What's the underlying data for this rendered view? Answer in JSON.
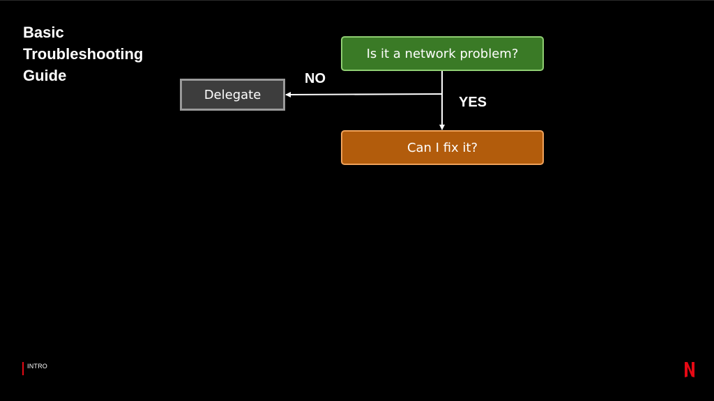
{
  "title": {
    "lines": [
      "Basic",
      "Troubleshooting",
      "Guide"
    ]
  },
  "diagram": {
    "nodes": {
      "network": {
        "label": "Is it a network problem?",
        "fill": "#3a7a26",
        "border": "#8fce72"
      },
      "fix": {
        "label": "Can I fix it?",
        "fill": "#b25c0c",
        "border": "#f0a25a"
      },
      "delegate": {
        "label": "Delegate",
        "fill": "#3d3d3d",
        "border": "#9a9a9a"
      }
    },
    "edges": {
      "no_label": "NO",
      "yes_label": "YES"
    }
  },
  "footer": {
    "section": "INTRO",
    "accent": "#e50914"
  },
  "logo": {
    "icon": "netflix-n-logo",
    "color": "#e50914"
  }
}
